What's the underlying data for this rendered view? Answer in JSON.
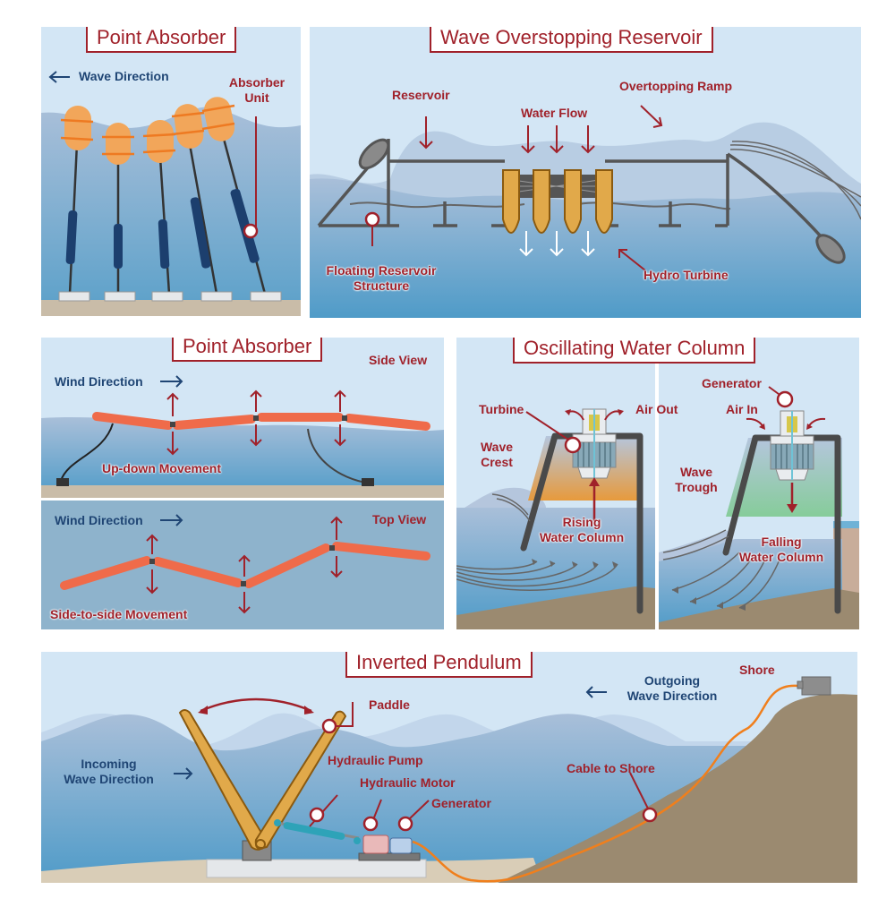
{
  "colors": {
    "accent_red": "#a0212a",
    "label_blue": "#1f4574",
    "buoy_orange": "#f2a65a",
    "float_orange": "#ef6b4a",
    "turbine_gold": "#e1a94a",
    "seabed_sand": "#c9bca8",
    "shore_brown": "#9b8a70",
    "cable_orange": "#f07f1c"
  },
  "panels": {
    "point_absorber_1": {
      "title": "Point Absorber",
      "wave_direction": "Wave Direction",
      "absorber_unit": [
        "Absorber",
        "Unit"
      ]
    },
    "wave_overtopping": {
      "title": "Wave Overstopping Reservoir",
      "reservoir": "Reservoir",
      "water_flow": "Water Flow",
      "overtopping_ramp": "Overtopping Ramp",
      "floating_structure": [
        "Floating Reservoir",
        "Structure"
      ],
      "hydro_turbine": "Hydro Turbine"
    },
    "point_absorber_2": {
      "title": "Point Absorber",
      "side_view": {
        "view_label": "Side View",
        "wind_direction": "Wind Direction",
        "movement": "Up-down Movement"
      },
      "top_view": {
        "view_label": "Top View",
        "wind_direction": "Wind Direction",
        "movement": "Side-to-side Movement"
      }
    },
    "owc": {
      "title": "Oscillating Water Column",
      "left": {
        "turbine": "Turbine",
        "air_out": "Air Out",
        "wave_crest": [
          "Wave",
          "Crest"
        ],
        "rising_column": [
          "Rising",
          "Water Column"
        ]
      },
      "right": {
        "generator": "Generator",
        "air_in": "Air In",
        "wave_trough": [
          "Wave",
          "Trough"
        ],
        "falling_column": [
          "Falling",
          "Water Column"
        ]
      }
    },
    "inverted_pendulum": {
      "title": "Inverted Pendulum",
      "paddle": "Paddle",
      "incoming_wave": [
        "Incoming",
        "Wave Direction"
      ],
      "outgoing_wave": [
        "Outgoing",
        "Wave Direction"
      ],
      "hydraulic_pump": "Hydraulic Pump",
      "hydraulic_motor": "Hydraulic Motor",
      "generator": "Generator",
      "cable_to_shore": "Cable to Shore",
      "shore": "Shore"
    }
  }
}
